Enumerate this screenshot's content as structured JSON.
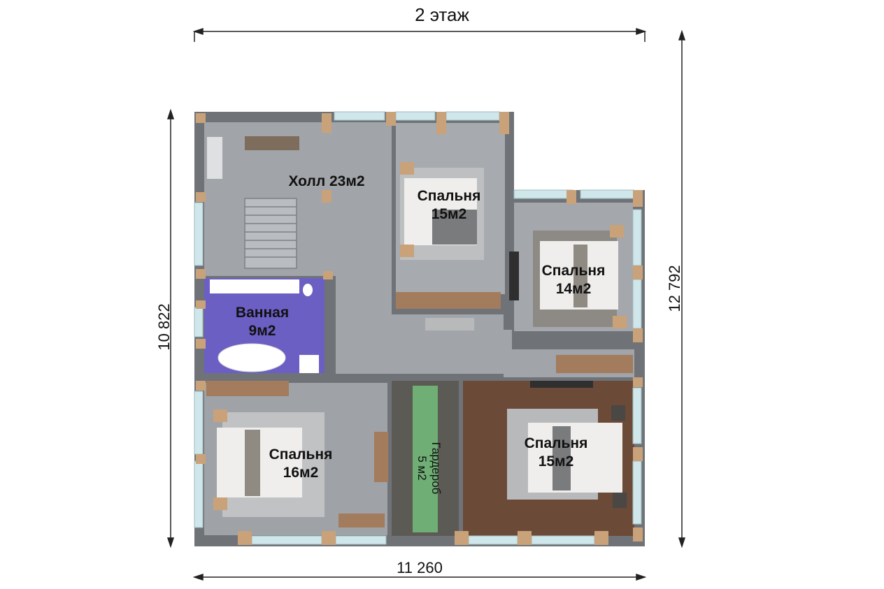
{
  "plan": {
    "title": "2 этаж",
    "dimensions": {
      "top_width": "2 этаж",
      "bottom_width": "11 260",
      "left_height": "10 822",
      "right_height": "12 792"
    },
    "rooms": [
      {
        "id": "hall",
        "name": "Холл 23м2"
      },
      {
        "id": "bedroom-top",
        "name": "Спальня",
        "area": "15м2"
      },
      {
        "id": "bedroom-right",
        "name": "Спальня",
        "area": "14м2"
      },
      {
        "id": "bathroom",
        "name": "Ванная",
        "area": "9м2"
      },
      {
        "id": "bedroom-left",
        "name": "Спальня",
        "area": "16м2"
      },
      {
        "id": "wardrobe",
        "name": "Гардероб",
        "area": "5 м2"
      },
      {
        "id": "bedroom-bottom-right",
        "name": "Спальня",
        "area": "15м2"
      }
    ],
    "colors": {
      "wall": "#6f7378",
      "floor": "#9a9da2",
      "bath_floor": "#6b5fc4",
      "wardrobe_floor": "#6fae74",
      "wood_floor": "#6b4a38",
      "window": "#cfe7ea",
      "column": "#c9a27a"
    }
  }
}
